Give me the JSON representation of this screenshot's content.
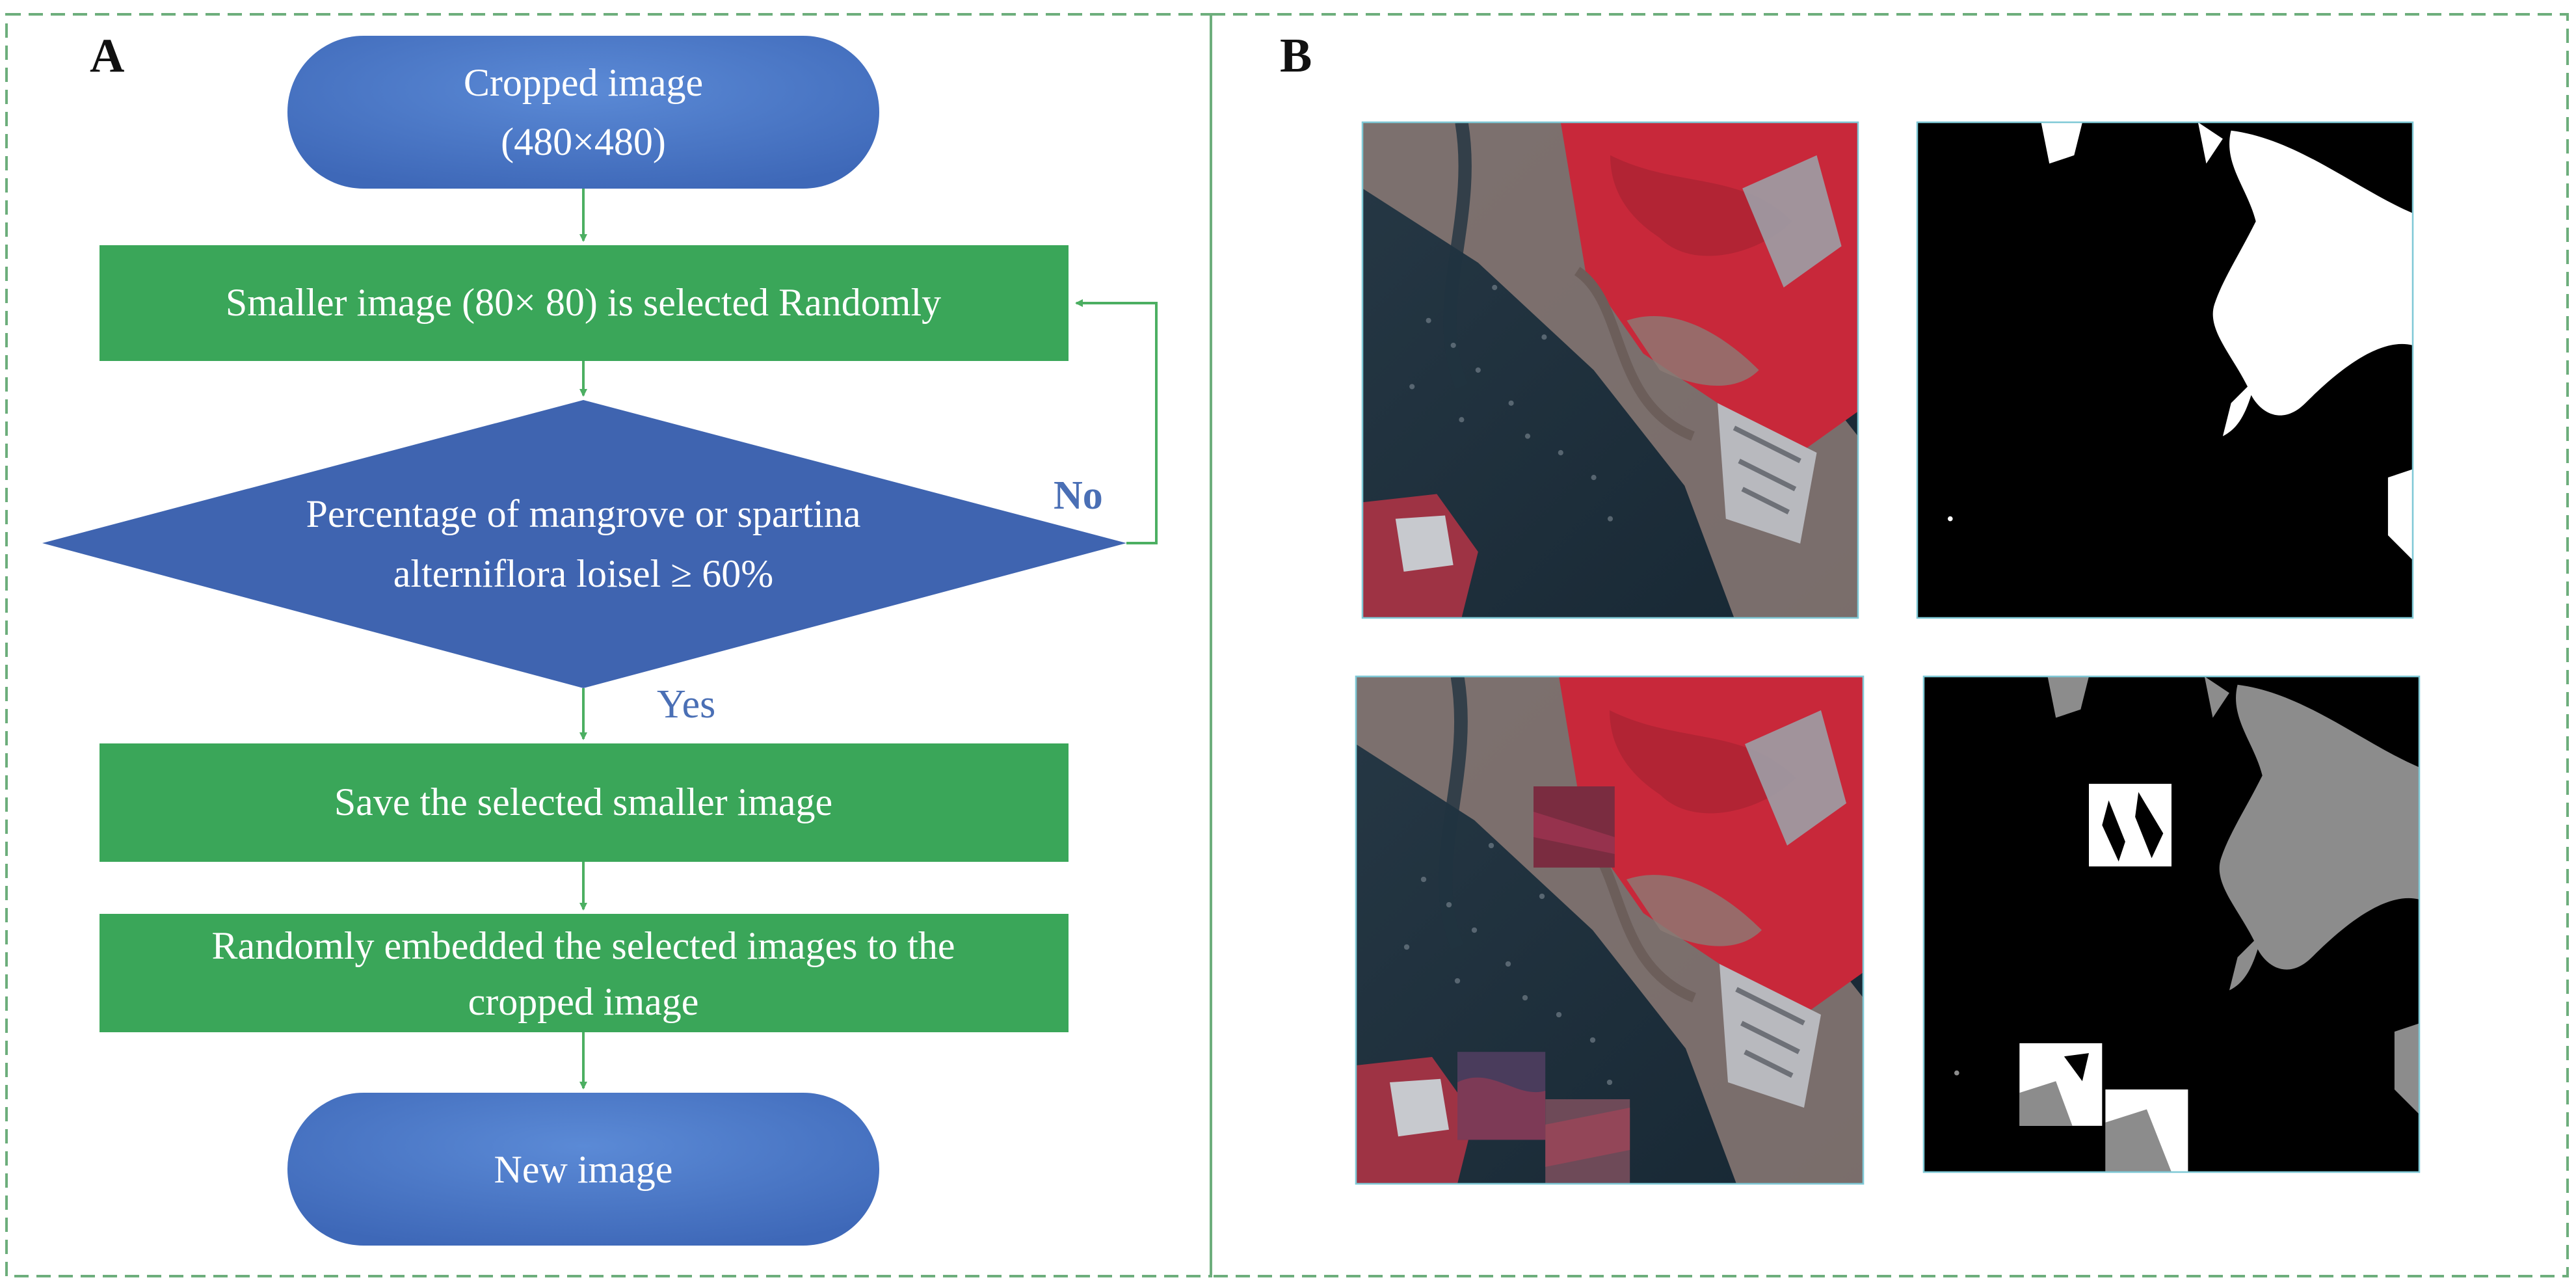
{
  "panel_a": {
    "label": "A",
    "start_node": {
      "line1": "Cropped image",
      "line2": "(480×480)"
    },
    "select_step": "Smaller image (80× 80) is selected Randomly",
    "decision": {
      "line1": "Percentage of  mangrove or spartina",
      "line2": "alterniflora loisel ≥ 60%"
    },
    "no_label": "No",
    "yes_label": "Yes",
    "save_step": "Save the selected smaller image",
    "embed_step": {
      "line1": "Randomly embedded the selected images to the",
      "line2": "cropped image"
    },
    "end_node": "New image"
  },
  "panel_b": {
    "label": "B",
    "images": [
      {
        "name": "original cropped false-color image"
      },
      {
        "name": "original label mask"
      },
      {
        "name": "augmented false-color image with embedded patches"
      },
      {
        "name": "augmented label mask with embedded patches"
      }
    ]
  },
  "colors": {
    "terminal_fill": "#4472C4",
    "process_fill": "#3AA659",
    "decision_fill": "#3F64B0",
    "arrow": "#4CAF62",
    "frame_dash": "#6DAE7C",
    "label_blue": "#4A6FB5",
    "vegetation_red": "#C8283A",
    "water": "#1B2B3A",
    "mask_gray": "#8C8C8C"
  }
}
